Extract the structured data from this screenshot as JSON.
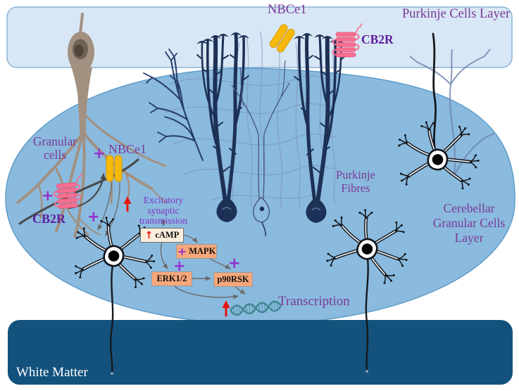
{
  "labels": {
    "purkinje_cells_layer": "Purkinje Cells Layer",
    "nbce1_top": "NBCe1",
    "cb2r_top": "CB2R",
    "granular_cells": "Granular cells",
    "nbce1_left": "NBCe1",
    "cb2r_left": "CB2R",
    "excitatory": "Excitatory synaptic transmission",
    "purkinje_fibres": "Purkinje Fibres",
    "cerebellar_granular": "Cerebellar Granular Cells Layer",
    "transcription": "Transcription",
    "white_matter": "White Matter"
  },
  "cascade": {
    "camp": "cAMP",
    "mapk": "MAPK",
    "erk": "ERK1/2",
    "p90rsk": "p90RSK"
  },
  "symbols": {
    "plus": "+",
    "up_arrow": "↑"
  },
  "icons": {
    "nbce1_channel": "double-capsule-ion-channel",
    "cb2r_receptor": "coiled-gpcr-receptor",
    "dna": "double-helix",
    "granule_neuron": "star-neuron",
    "purkinje_cell": "branching-tree-neuron",
    "glia_cell": "bergmann-glia"
  },
  "colors": {
    "band_light": "#d8e7f5",
    "band_border": "#8ab3d6",
    "ellipse_blue": "#8abade",
    "ellipse_border": "#5f9cc8",
    "white_matter_blue": "#14527e",
    "navy": "#1d3055",
    "mesh_blue": "#7d90b8",
    "glia_brown": "#a29080",
    "receptor_pink": "#f76f90",
    "channel_yellow": "#f7b90c",
    "purple_label": "#7b3996",
    "purple_dark": "#5c1d9e",
    "purple_violet": "#7c35c4",
    "plus_purple": "#9231cd",
    "arrow_red": "#e8150d",
    "gray_arrow": "#6b6b6b",
    "box_cream": "#fdeedd",
    "box_salmon": "#f6a87c",
    "teal_dna": "#3e8691"
  }
}
